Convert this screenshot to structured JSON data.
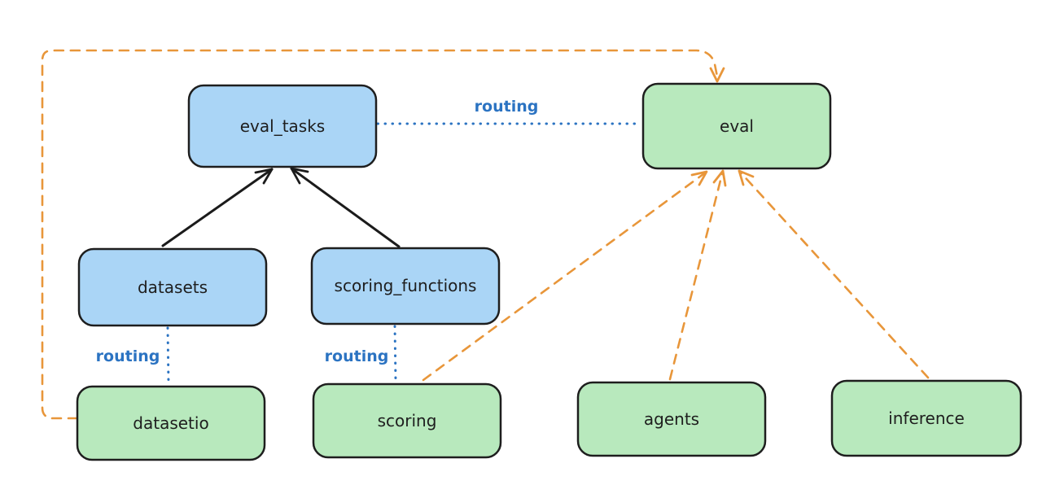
{
  "diagram": {
    "nodes": [
      {
        "id": "eval_tasks",
        "label": "eval_tasks",
        "color": "blue"
      },
      {
        "id": "eval",
        "label": "eval",
        "color": "green"
      },
      {
        "id": "datasets",
        "label": "datasets",
        "color": "blue"
      },
      {
        "id": "scoring_functions",
        "label": "scoring_functions",
        "color": "blue"
      },
      {
        "id": "datasetio",
        "label": "datasetio",
        "color": "green"
      },
      {
        "id": "scoring",
        "label": "scoring",
        "color": "green"
      },
      {
        "id": "agents",
        "label": "agents",
        "color": "green"
      },
      {
        "id": "inference",
        "label": "inference",
        "color": "green"
      }
    ],
    "edges": [
      {
        "from": "datasets",
        "to": "eval_tasks",
        "style": "solid-black-arrow",
        "label": ""
      },
      {
        "from": "scoring_functions",
        "to": "eval_tasks",
        "style": "solid-black-arrow",
        "label": ""
      },
      {
        "from": "eval_tasks",
        "to": "eval",
        "style": "dotted-blue",
        "label": "routing"
      },
      {
        "from": "datasets",
        "to": "datasetio",
        "style": "dotted-blue",
        "label": "routing"
      },
      {
        "from": "scoring_functions",
        "to": "scoring",
        "style": "dotted-blue",
        "label": "routing"
      },
      {
        "from": "datasetio",
        "to": "eval",
        "style": "dashed-orange-arrow",
        "label": ""
      },
      {
        "from": "scoring",
        "to": "eval",
        "style": "dashed-orange-arrow",
        "label": ""
      },
      {
        "from": "agents",
        "to": "eval",
        "style": "dashed-orange-arrow",
        "label": ""
      },
      {
        "from": "inference",
        "to": "eval",
        "style": "dashed-orange-arrow",
        "label": ""
      }
    ],
    "routing_labels": [
      "routing",
      "routing",
      "routing"
    ],
    "colors": {
      "node_blue_fill": "#aad5f6",
      "node_green_fill": "#b8e9bd",
      "node_stroke": "#1e1e1e",
      "routing_blue": "#2b73c2",
      "arrow_black": "#1b1b1b",
      "arrow_orange": "#e8963a",
      "background": "#ffffff"
    }
  }
}
